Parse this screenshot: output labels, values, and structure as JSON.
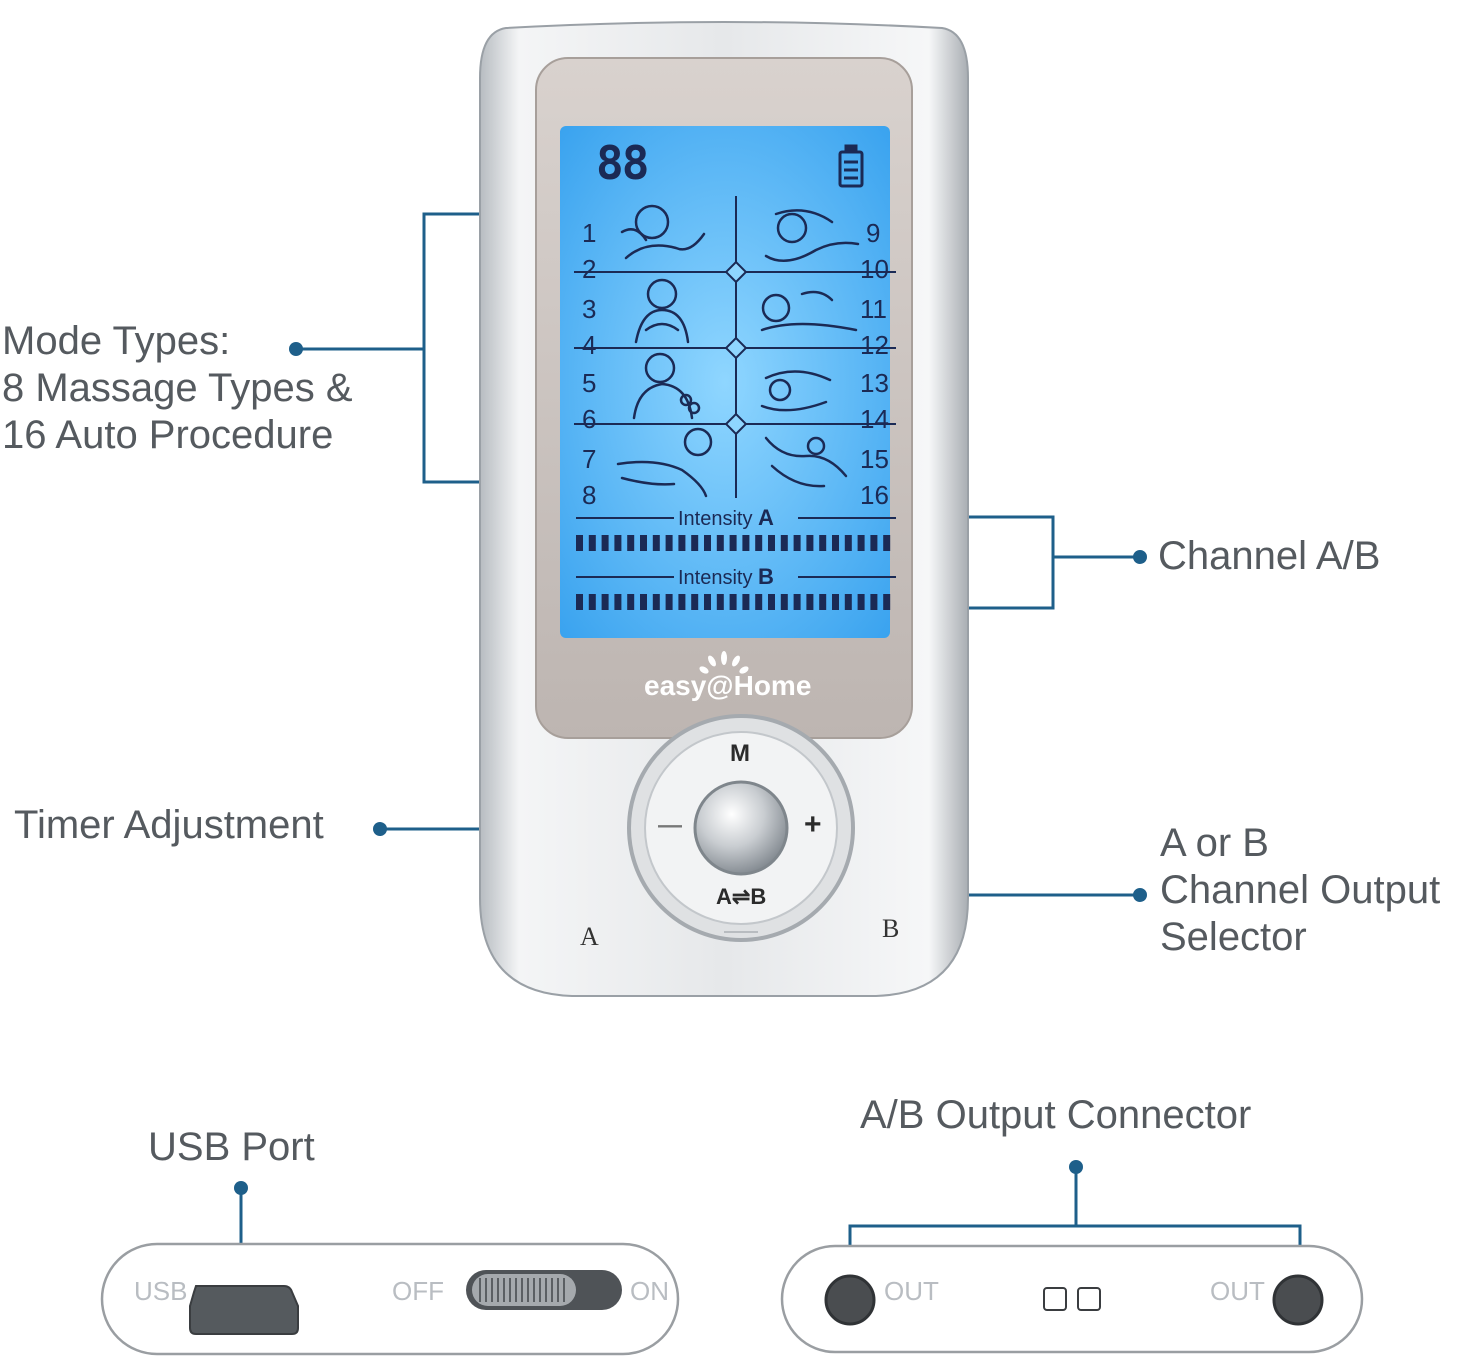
{
  "callouts": {
    "mode_types": [
      "Mode Types:",
      "8 Massage Types &",
      "16 Auto Procedure"
    ],
    "channel_ab": "Channel A/B",
    "timer": "Timer Adjustment",
    "selector": [
      "A or B",
      "Channel Output",
      "Selector"
    ],
    "usb_port": "USB Port",
    "output_connector": "A/B Output Connector"
  },
  "device": {
    "timer_display": "88",
    "modes_left": [
      "1",
      "2",
      "3",
      "4",
      "5",
      "6",
      "7",
      "8"
    ],
    "modes_right": [
      "9",
      "10",
      "11",
      "12",
      "13",
      "14",
      "15",
      "16"
    ],
    "intensity_a": {
      "label": "Intensity",
      "channel": "A"
    },
    "intensity_b": {
      "label": "Intensity",
      "channel": "B"
    },
    "brand": "easy@Home",
    "buttons": {
      "mode": "M",
      "plus": "+",
      "minus": "—",
      "selector": "A⇌B"
    },
    "output_labels": {
      "left": "A",
      "right": "B"
    }
  },
  "side_panel": {
    "usb": "USB",
    "off": "OFF",
    "on": "ON"
  },
  "bottom_panel": {
    "out_left": "OUT",
    "out_right": "OUT"
  },
  "colors": {
    "callout_line": "#1e5f8a",
    "lcd_blue": "#55b8f5",
    "lcd_ink": "#1b2a55",
    "callout_text": "#555a5f"
  }
}
